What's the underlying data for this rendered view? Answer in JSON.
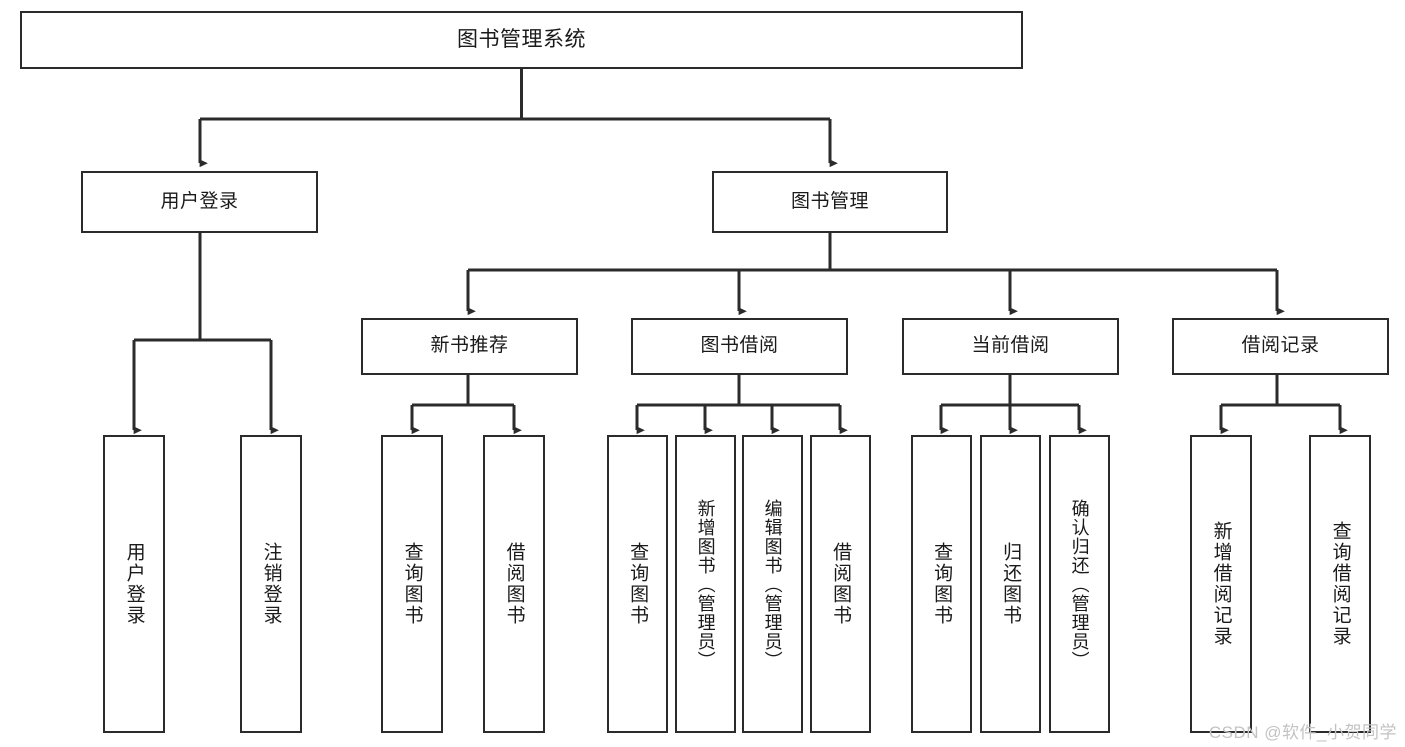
{
  "diagram": {
    "title": "图书管理系统",
    "type": "tree",
    "watermark": "CSDN @软件_小贺同学",
    "colors": {
      "box_border": "#2b2b2b",
      "box_fill": "#ffffff",
      "edge": "#2b2b2b",
      "text": "#1a1a1a",
      "watermark": "#c3c3c3"
    },
    "root": {
      "id": "n-root",
      "label": "图书管理系统"
    },
    "level2": [
      {
        "id": "n-user-login",
        "label": "用户登录"
      },
      {
        "id": "n-book-manage",
        "label": "图书管理"
      }
    ],
    "level3": [
      {
        "id": "n-new-book-rec",
        "label": "新书推荐",
        "parent": "n-book-manage"
      },
      {
        "id": "n-book-borrow",
        "label": "图书借阅",
        "parent": "n-book-manage"
      },
      {
        "id": "n-current-borrow",
        "label": "当前借阅",
        "parent": "n-book-manage"
      },
      {
        "id": "n-borrow-record",
        "label": "借阅记录",
        "parent": "n-book-manage"
      }
    ],
    "leaves": [
      {
        "id": "l-user-login",
        "label": "用户登录",
        "parent": "n-user-login"
      },
      {
        "id": "l-logout-login",
        "label": "注销登录",
        "parent": "n-user-login"
      },
      {
        "id": "l-query-book-1",
        "label": "查询图书",
        "parent": "n-new-book-rec"
      },
      {
        "id": "l-borrow-book-1",
        "label": "借阅图书",
        "parent": "n-new-book-rec"
      },
      {
        "id": "l-query-book-2",
        "label": "查询图书",
        "parent": "n-book-borrow"
      },
      {
        "id": "l-add-book",
        "label": "新增图书（管理员）",
        "parent": "n-book-borrow"
      },
      {
        "id": "l-edit-book",
        "label": "编辑图书（管理员）",
        "parent": "n-book-borrow"
      },
      {
        "id": "l-borrow-book-2",
        "label": "借阅图书",
        "parent": "n-book-borrow"
      },
      {
        "id": "l-query-book-3",
        "label": "查询图书",
        "parent": "n-current-borrow"
      },
      {
        "id": "l-return-book",
        "label": "归还图书",
        "parent": "n-current-borrow"
      },
      {
        "id": "l-confirm-return",
        "label": "确认归还（管理员）",
        "parent": "n-current-borrow"
      },
      {
        "id": "l-add-record",
        "label": "新增借阅记录",
        "parent": "n-borrow-record"
      },
      {
        "id": "l-query-record",
        "label": "查询借阅记录",
        "parent": "n-borrow-record"
      }
    ]
  }
}
